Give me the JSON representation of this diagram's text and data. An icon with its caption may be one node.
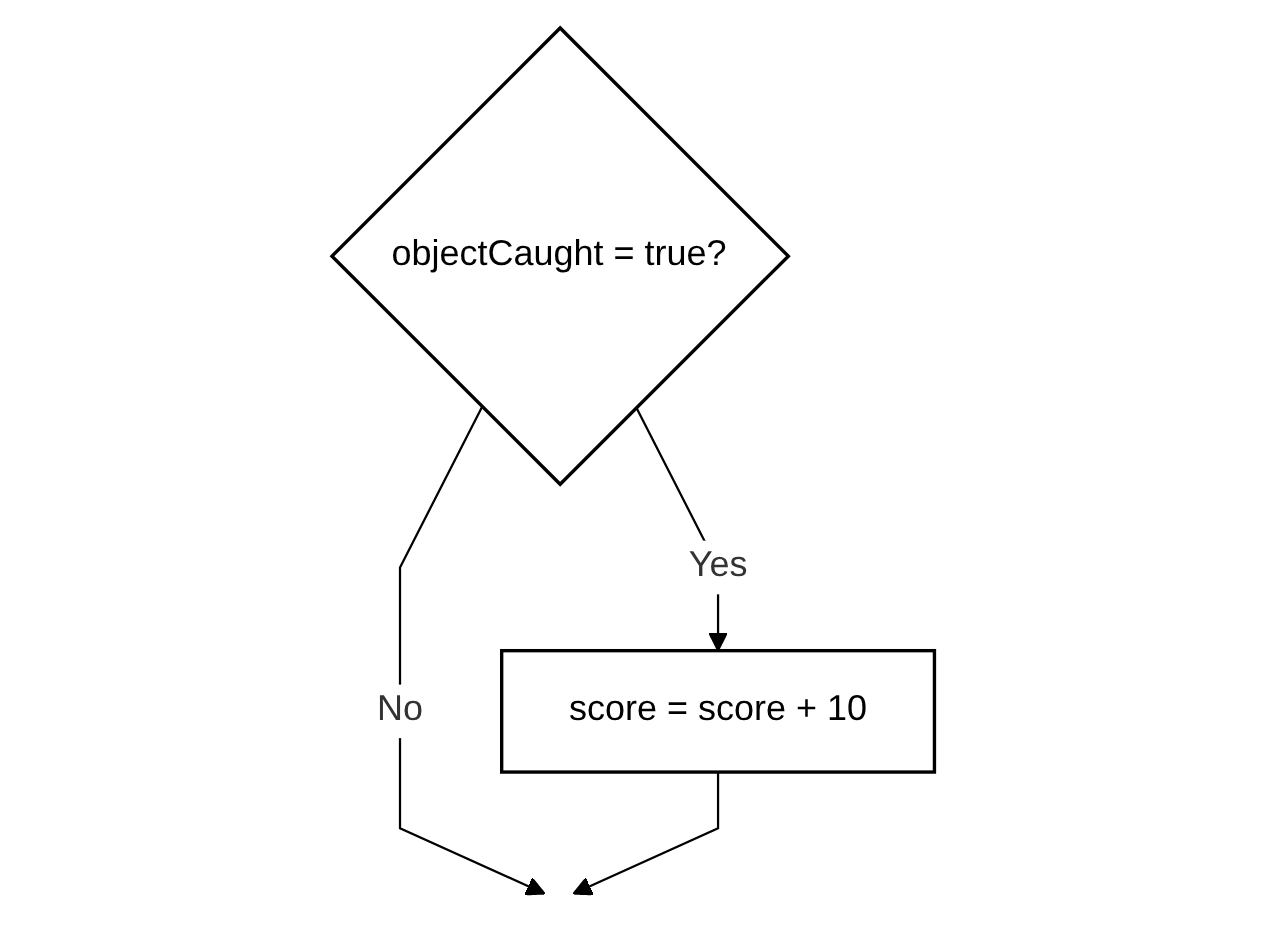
{
  "diagram": {
    "nodes": [
      {
        "text": [
          "objectCaught = true?"
        ]
      },
      {
        "text": [
          "score = score + 10"
        ]
      }
    ],
    "edges": [
      {
        "from": 0,
        "to": 1,
        "arrow": "to",
        "label": "Yes"
      },
      {
        "from": 0,
        "to": null,
        "arrow": "to",
        "label": "No"
      },
      {
        "from": 1,
        "to": null,
        "arrow": "to"
      }
    ]
  }
}
